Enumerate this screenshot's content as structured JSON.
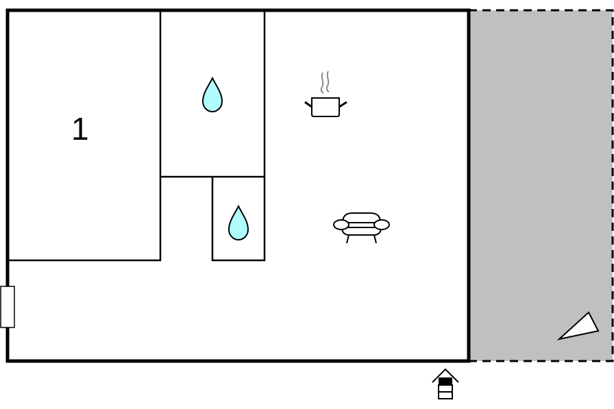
{
  "floorplan": {
    "rooms": [
      {
        "id": "bedroom-1",
        "label": "1"
      }
    ],
    "icons": [
      {
        "name": "water-drop-icon",
        "room": "bathroom-upper"
      },
      {
        "name": "water-drop-icon",
        "room": "bathroom-lower"
      },
      {
        "name": "cooking-pot-icon",
        "room": "kitchen"
      },
      {
        "name": "sofa-icon",
        "room": "living-room"
      },
      {
        "name": "entrance-icon",
        "room": "entrance"
      },
      {
        "name": "terrace-sun-icon",
        "room": "terrace"
      }
    ],
    "colors": {
      "wall": "#000000",
      "terrace": "#c0c0c0",
      "water": "#b0fcfc",
      "steam": "#888888"
    }
  }
}
